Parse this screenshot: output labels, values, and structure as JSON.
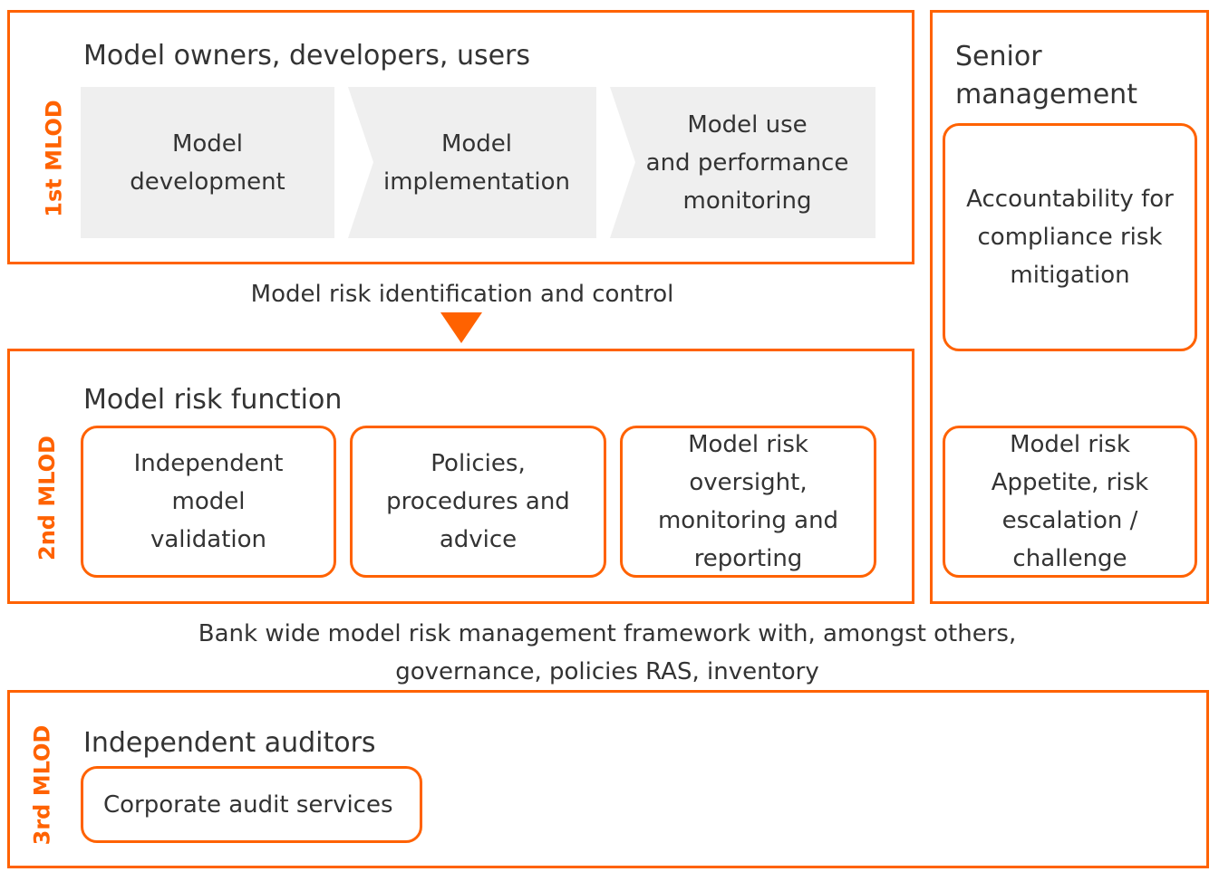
{
  "colors": {
    "accent": "#FF6200",
    "step_fill": "#EFEFEF",
    "text": "#333333"
  },
  "first_line": {
    "label": "1st MLOD",
    "title": "Model owners, developers, users",
    "steps": [
      "Model\ndevelopment",
      "Model\nimplementation",
      "Model use\nand performance\nmonitoring"
    ]
  },
  "connector": {
    "label": "Model risk identification and control"
  },
  "second_line": {
    "label": "2nd MLOD",
    "title": "Model risk function",
    "boxes": [
      "Independent\nmodel\nvalidation",
      "Policies,\nprocedures and\nadvice",
      "Model risk\noversight,\nmonitoring and\nreporting"
    ]
  },
  "senior_management": {
    "title": "Senior\nmanagement",
    "boxes": [
      "Accountability for\ncompliance risk\nmitigation",
      "Model risk\nAppetite, risk\nescalation /\nchallenge"
    ]
  },
  "framework_text": "Bank wide model risk management framework with, amongst others,\ngovernance, policies RAS, inventory",
  "third_line": {
    "label": "3rd MLOD",
    "title": "Independent auditors",
    "box": "Corporate audit services"
  }
}
